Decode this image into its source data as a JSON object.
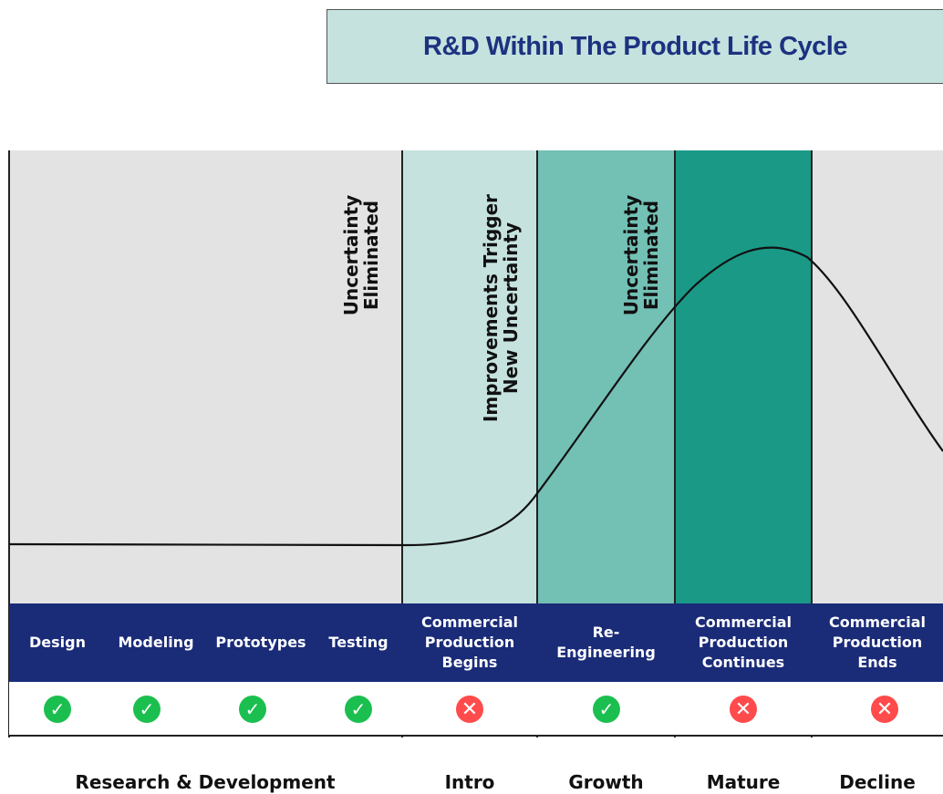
{
  "title": "R&D Within The Product Life Cycle",
  "phase_labels": {
    "rd_uncertainty_line1": "Uncertainty",
    "rd_uncertainty_line2": "Eliminated",
    "intro_line1": "Improvements Trigger",
    "intro_line2": "New Uncertainty",
    "growth_line1": "Uncertainty",
    "growth_line2": "Eliminated"
  },
  "stages": [
    {
      "lines": [
        "Design"
      ],
      "status": "check"
    },
    {
      "lines": [
        "Modeling"
      ],
      "status": "check"
    },
    {
      "lines": [
        "Prototypes"
      ],
      "status": "check"
    },
    {
      "lines": [
        "Testing"
      ],
      "status": "check"
    },
    {
      "lines": [
        "Commercial",
        "Production",
        "Begins"
      ],
      "status": "cross"
    },
    {
      "lines": [
        "Re-",
        "Engineering"
      ],
      "status": "check"
    },
    {
      "lines": [
        "Commercial",
        "Production",
        "Continues"
      ],
      "status": "cross"
    },
    {
      "lines": [
        "Commercial",
        "Production",
        "Ends"
      ],
      "status": "cross"
    }
  ],
  "phases": [
    "Research & Development",
    "Intro",
    "Growth",
    "Mature",
    "Decline"
  ],
  "icons": {
    "check": "checkmark-icon",
    "cross": "x-icon"
  },
  "colors": {
    "title_bg": "#c5e2df",
    "title_text": "#1c3280",
    "rd_bg": "#e3e3e3",
    "intro_bg": "#c5e2df",
    "growth_bg": "#73c0b5",
    "mature_bg": "#1a9987",
    "decline_bg": "#e3e3e3",
    "stage_bar": "#1a2b78",
    "check": "#1bbf4f",
    "cross": "#ff4b4b"
  }
}
